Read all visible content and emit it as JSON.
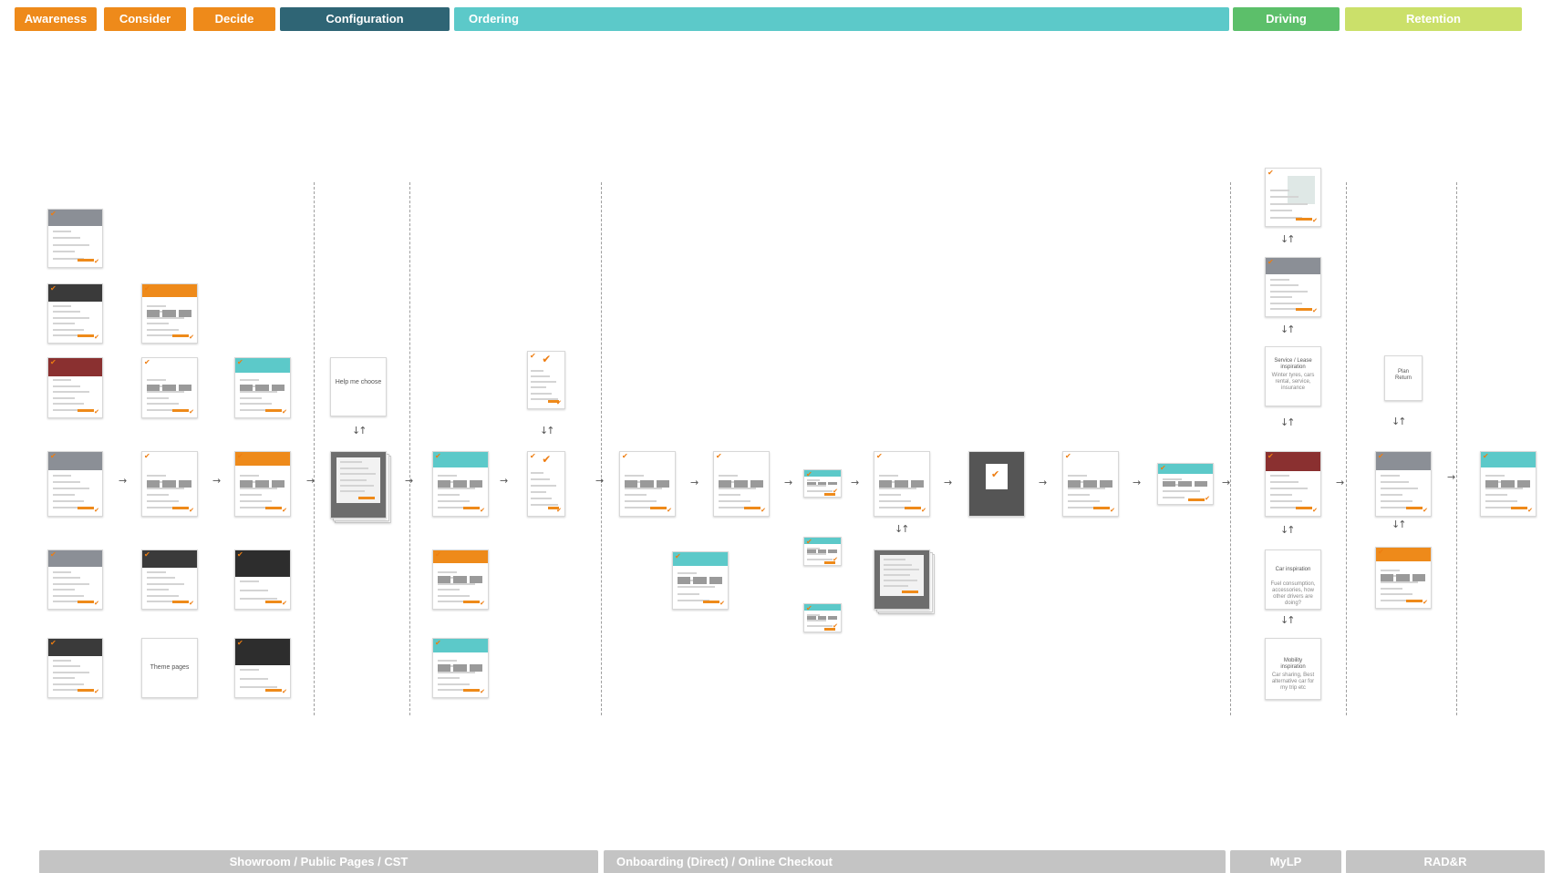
{
  "stages": [
    {
      "label": "Awareness",
      "color": "#ee8a1a"
    },
    {
      "label": "Consider",
      "color": "#ee8a1a"
    },
    {
      "label": "Decide",
      "color": "#ee8a1a"
    },
    {
      "label": "Configuration",
      "color": "#2f6575"
    },
    {
      "label": "Ordering",
      "color": "#5cc9c9"
    },
    {
      "label": "Driving",
      "color": "#5cbf6a"
    },
    {
      "label": "Retention",
      "color": "#cbe06a"
    }
  ],
  "phases": [
    {
      "label": "Showroom / Public Pages / CST"
    },
    {
      "label": "Onboarding (Direct) / Online Checkout"
    },
    {
      "label": "MyLP"
    },
    {
      "label": "RAD&R"
    }
  ],
  "captions": {
    "help_choose": "Help me choose",
    "theme_pages": "Theme pages",
    "service_lease": "Service / Lease inspiration",
    "service_lease_body": "Winter tyres, cars rental, service, insurance",
    "car_inspiration": "Car inspiration",
    "car_inspiration_body": "Fuel consumption, accessories, how other drivers are doing?",
    "mobility_inspiration": "Mobility inspiration",
    "mobility_inspiration_body": "Car sharing, Best alternative car for my trip etc",
    "plan_return": "Plan Return"
  },
  "colors": {
    "orange": "#ee8a1a",
    "teal_dark": "#2f6575",
    "teal": "#5cc9c9",
    "green": "#5cbf6a",
    "lime": "#cbe06a",
    "bar_grey": "#c4c4c4"
  }
}
